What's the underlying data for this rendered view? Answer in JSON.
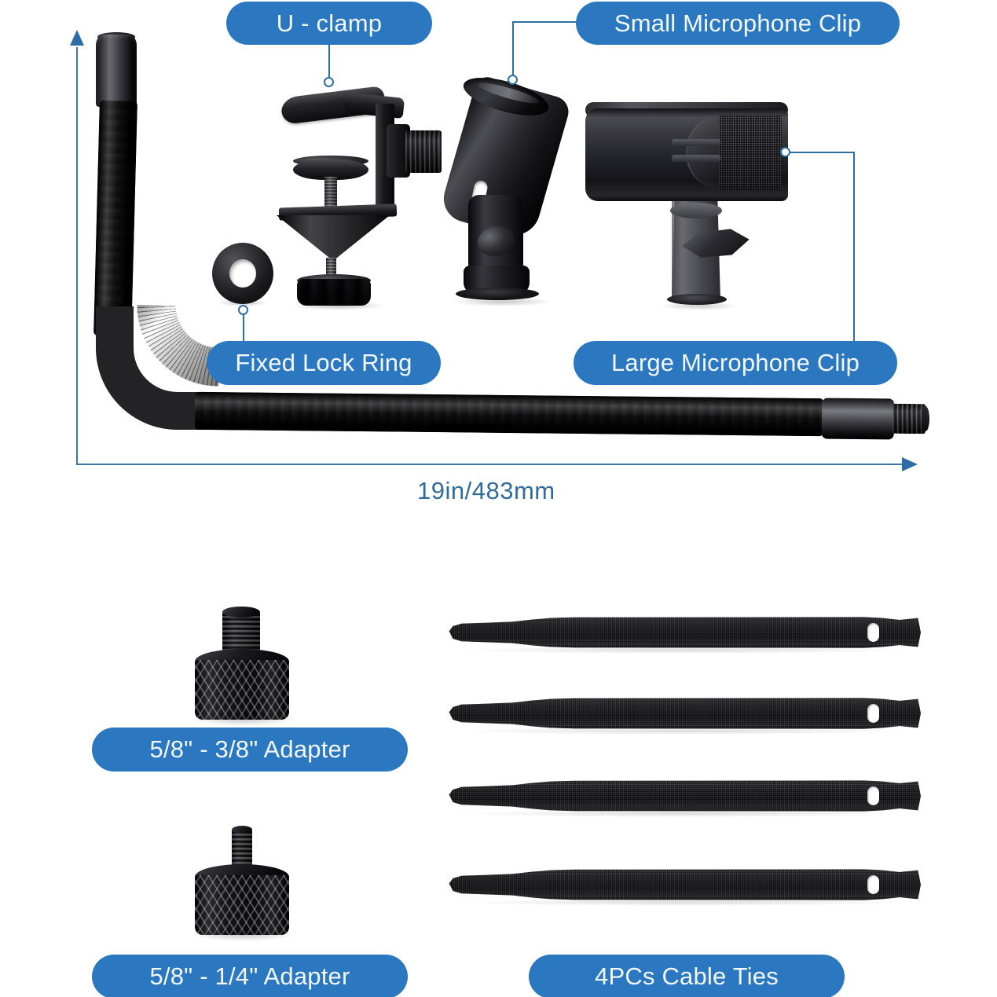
{
  "infographic": {
    "title": "Microphone Stand Accessories Parts Diagram",
    "accent_color": "#2b78c0",
    "line_color": "#2d6ea4",
    "dimension_text_color": "#2f6c9b",
    "background_color": "#ffffff"
  },
  "labels": {
    "u_clamp": "U - clamp",
    "small_mic_clip": "Small Microphone Clip",
    "fixed_lock_ring": "Fixed Lock Ring",
    "large_mic_clip": "Large Microphone Clip",
    "adapter_38": "5/8\" - 3/8\" Adapter",
    "adapter_14": "5/8\" - 1/4\" Adapter",
    "cable_ties": "4PCs Cable Ties"
  },
  "measurement": {
    "arm_length": "19in/483mm",
    "arm_length_inches": 19,
    "arm_length_mm": 483
  },
  "parts": [
    {
      "name": "gooseneck-arm",
      "label": "19in/483mm",
      "quantity": 1
    },
    {
      "name": "u-clamp",
      "label": "U - clamp",
      "quantity": 1
    },
    {
      "name": "small-microphone-clip",
      "label": "Small Microphone Clip",
      "quantity": 1
    },
    {
      "name": "large-microphone-clip",
      "label": "Large Microphone Clip",
      "quantity": 1
    },
    {
      "name": "fixed-lock-ring",
      "label": "Fixed Lock Ring",
      "quantity": 1
    },
    {
      "name": "adapter-5-8-to-3-8",
      "label": "5/8\" - 3/8\" Adapter",
      "quantity": 1
    },
    {
      "name": "adapter-5-8-to-1-4",
      "label": "5/8\" - 1/4\" Adapter",
      "quantity": 1
    },
    {
      "name": "cable-ties",
      "label": "4PCs Cable Ties",
      "quantity": 4
    }
  ],
  "cable_ties": {
    "count": 4,
    "items": [
      {
        "index": 1
      },
      {
        "index": 2
      },
      {
        "index": 3
      },
      {
        "index": 4
      }
    ]
  }
}
